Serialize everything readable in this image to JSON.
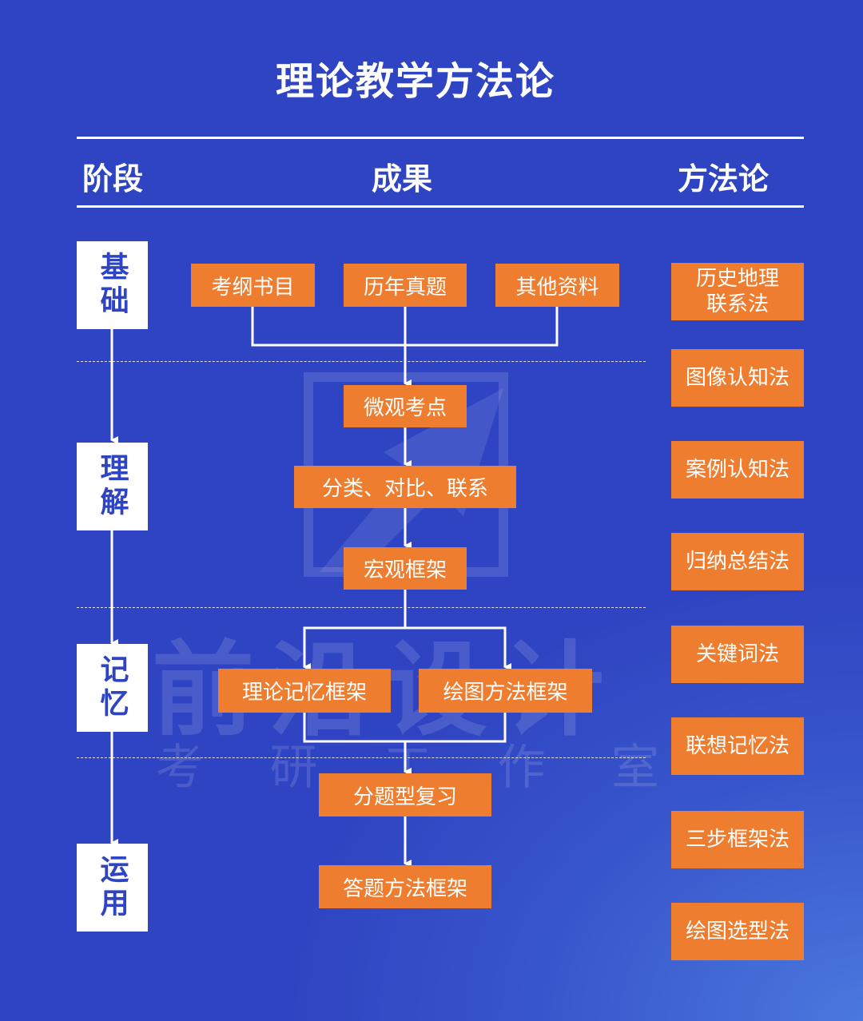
{
  "title": "理论教学方法论",
  "headers": {
    "stage": "阶段",
    "result": "成果",
    "method": "方法论"
  },
  "stages": [
    "基础",
    "理解",
    "记忆",
    "运用"
  ],
  "results": {
    "sources": [
      "考纲书目",
      "历年真题",
      "其他资料"
    ],
    "micro": "微观考点",
    "classify": "分类、对比、联系",
    "macro": "宏观框架",
    "theory_memory": "理论记忆框架",
    "drawing_method": "绘图方法框架",
    "review": "分题型复习",
    "answer": "答题方法框架"
  },
  "methods": [
    "历史地理联系法",
    "图像认知法",
    "案例认知法",
    "归纳总结法",
    "关键词法",
    "联想记忆法",
    "三步框架法",
    "绘图选型法"
  ],
  "watermark": {
    "brand": "前沿设计",
    "sub": [
      "考",
      "研",
      "工",
      "作",
      "室"
    ]
  },
  "colors": {
    "background": "#2f44c2",
    "box": "#ee7d2f",
    "stage_text": "#2f44c2",
    "line": "#ffffff"
  }
}
